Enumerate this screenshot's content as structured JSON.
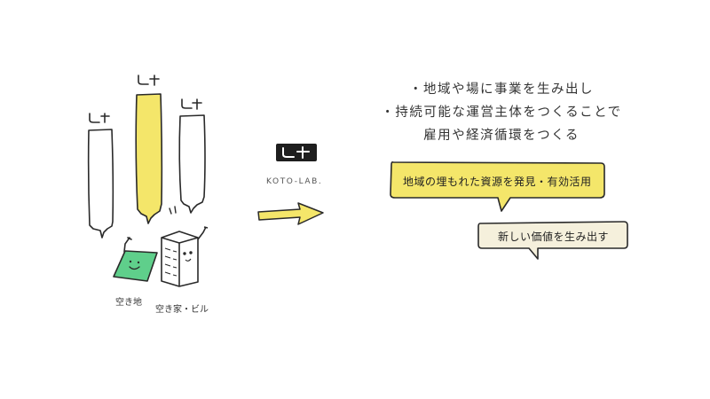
{
  "diagram": {
    "bullets": [
      "・地域や場に事業を生み出し",
      "・持続可能な運営主体をつくることで",
      "雇用や経済循環をつくる"
    ],
    "bubble_primary": "地域の埋もれた資源を発見・有効活用",
    "bubble_secondary": "新しい価値を生み出す",
    "logo_text": "KOTO-LAB.",
    "label_vacant_land": "空き地",
    "label_vacant_house": "空き家・ビル",
    "colors": {
      "yellow": "#f4e66a",
      "green": "#5fcf8b",
      "cream": "#f5f0dc",
      "ink": "#2a2a2a"
    }
  }
}
